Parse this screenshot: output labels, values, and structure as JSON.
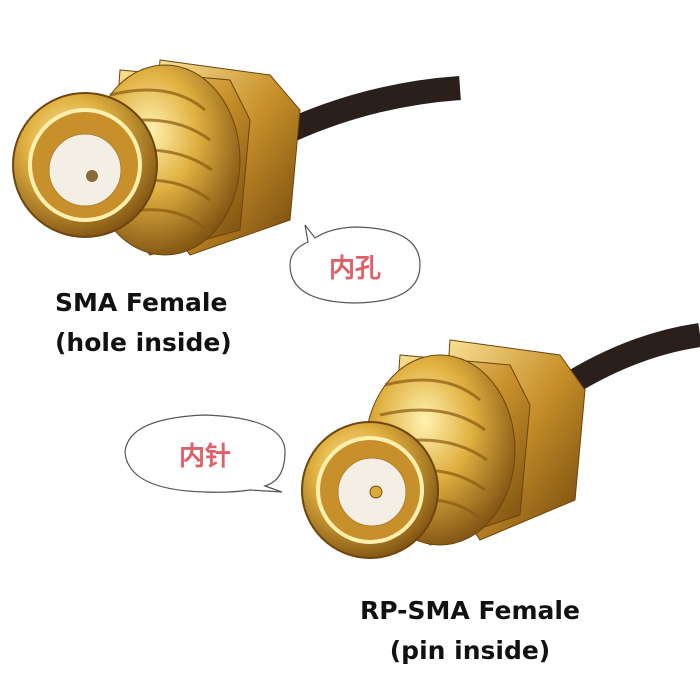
{
  "image": {
    "connectors": [
      {
        "name": "SMA Female",
        "detail": "(hole inside)",
        "callout": "内孔"
      },
      {
        "name": "RP-SMA Female",
        "detail": "(pin inside)",
        "callout": "内针"
      }
    ],
    "colors": {
      "gold": "#d9a93a",
      "gold_dark": "#8a5a12",
      "cable": "#2a1f1a",
      "insulator": "#f4efe4",
      "callout_text": "#e0606a"
    }
  }
}
